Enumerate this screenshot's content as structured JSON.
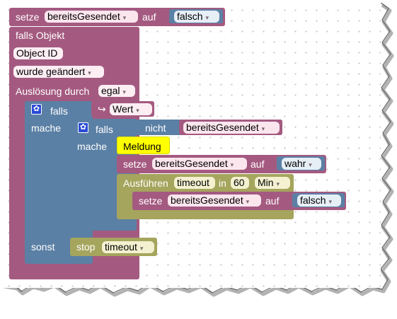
{
  "blocks": {
    "set1": {
      "verb": "setze",
      "var": "bereitsGesendet",
      "on": "auf",
      "value": "falsch"
    },
    "trigger": {
      "falls_objekt": "falls Objekt",
      "object_id": "Object ID",
      "changed": "wurde geändert",
      "trigger_label": "Auslösung durch",
      "trigger_value": "egal"
    },
    "if_outer": {
      "falls": "falls",
      "wert": "Wert",
      "mache": "mache",
      "sonst": "sonst"
    },
    "if_inner": {
      "falls": "falls",
      "nicht": "nicht",
      "var": "bereitsGesendet",
      "mache": "mache"
    },
    "message": {
      "label": "Meldung"
    },
    "set2": {
      "verb": "setze",
      "var": "bereitsGesendet",
      "on": "auf",
      "value": "wahr"
    },
    "timeout": {
      "label": "Ausführen",
      "name": "timeout",
      "in": "in",
      "amount": "60",
      "unit": "Min"
    },
    "set3": {
      "verb": "setze",
      "var": "bereitsGesendet",
      "on": "auf",
      "value": "falsch"
    },
    "stop": {
      "label": "stop",
      "name": "timeout"
    }
  },
  "glyphs": {
    "dropdown": "▾",
    "settings": "✿",
    "return_arrow": "↪"
  },
  "colors": {
    "plum": "#a45a80",
    "steel": "#5b80a5",
    "olive": "#a5a55d",
    "highlight": "#ffff00"
  }
}
